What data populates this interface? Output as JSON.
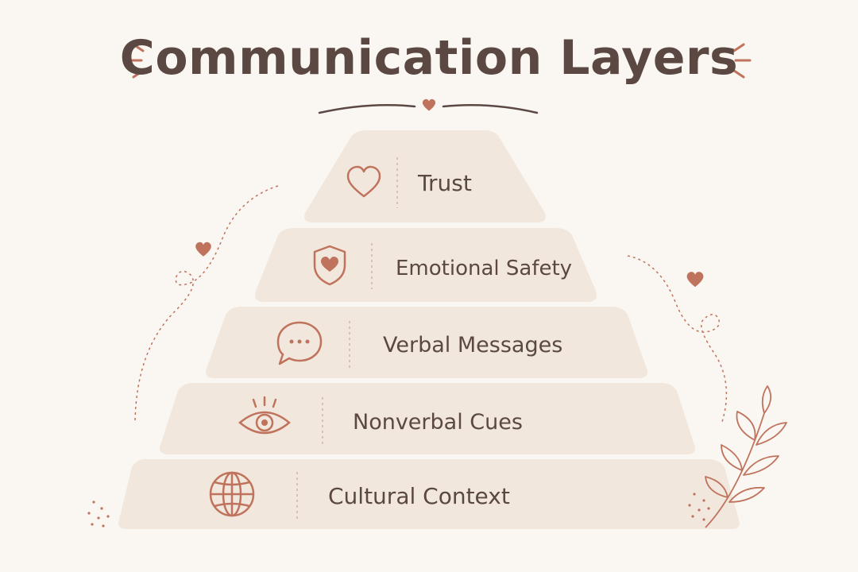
{
  "title": "Communication Layers",
  "colors": {
    "background": "#faf7f3",
    "layer_fill": "#f1e7dd",
    "accent": "#c0735c",
    "text": "#5b4842",
    "divider": "#d9c2b5"
  },
  "layers": [
    {
      "label": "Trust",
      "icon": "heart-icon"
    },
    {
      "label": "Emotional Safety",
      "icon": "shield-heart-icon"
    },
    {
      "label": "Verbal Messages",
      "icon": "speech-bubble-icon"
    },
    {
      "label": "Nonverbal Cues",
      "icon": "eye-icon"
    },
    {
      "label": "Cultural Context",
      "icon": "globe-icon"
    }
  ]
}
